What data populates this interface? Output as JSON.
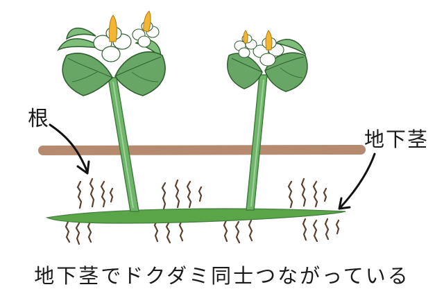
{
  "labels": {
    "root": "根",
    "rhizome": "地下茎"
  },
  "caption": "地下茎でドクダミ同士つながっている",
  "icons": {
    "plant": "dokudami-plant-icon",
    "flower": "white-four-petal-flower-icon",
    "leaf": "heart-shaped-leaf-icon",
    "arrow": "curved-arrow-icon"
  },
  "colors": {
    "ground_line": "#b68a6f",
    "stem": "#6fb56a",
    "stem_outline": "#3f7d3c",
    "rhizome": "#5aa548",
    "leaf": "#67a664",
    "leaf_light": "#7fbd7b",
    "leaf_outline": "#2f5e2f",
    "petal": "#ffffff",
    "spike": "#f2b632",
    "root": "#5a3f2c",
    "arrow": "#111111",
    "text": "#1a1a1a"
  }
}
